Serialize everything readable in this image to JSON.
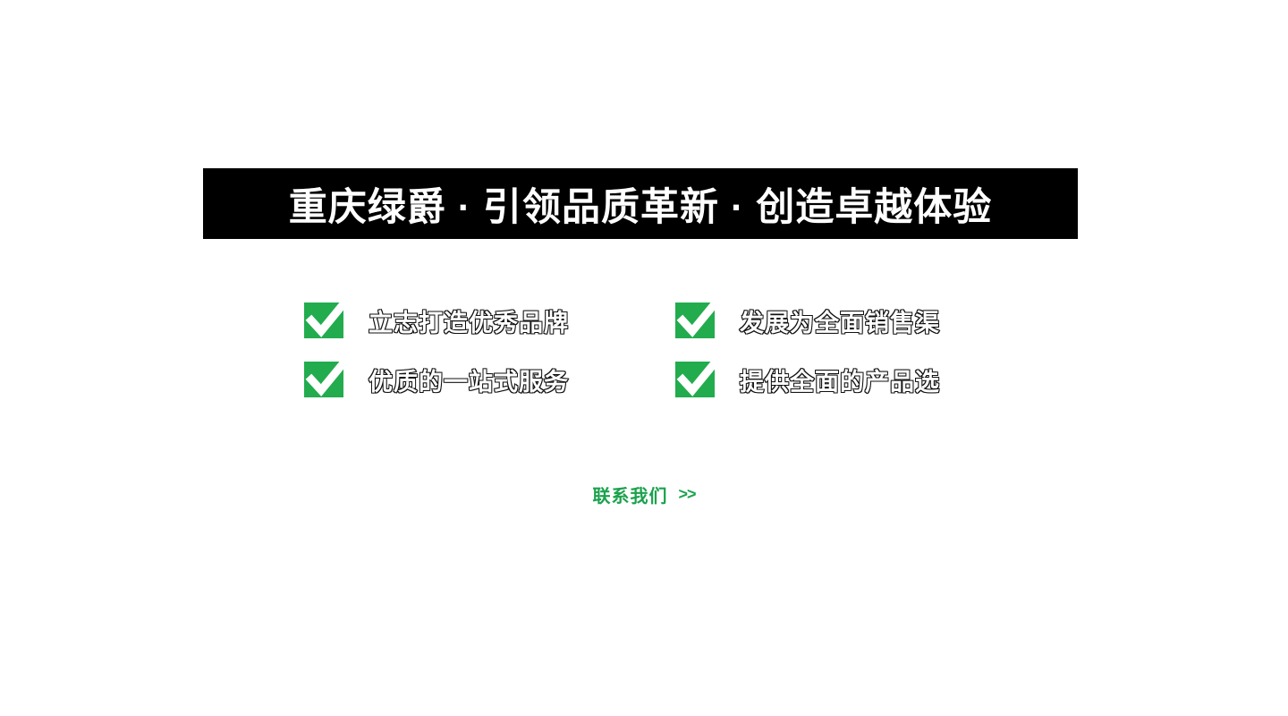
{
  "banner": {
    "title": "重庆绿爵 · 引领品质革新 · 创造卓越体验"
  },
  "features": [
    {
      "label": "立志打造优秀品牌"
    },
    {
      "label": "发展为全面销售渠"
    },
    {
      "label": "优质的一站式服务"
    },
    {
      "label": "提供全面的产品选"
    }
  ],
  "contact": {
    "label": "联系我们",
    "arrow": ">>"
  },
  "colors": {
    "banner_bg": "#000000",
    "banner_text": "#ffffff",
    "accent_green": "#22ac4e",
    "link_green": "#1ba24d"
  }
}
